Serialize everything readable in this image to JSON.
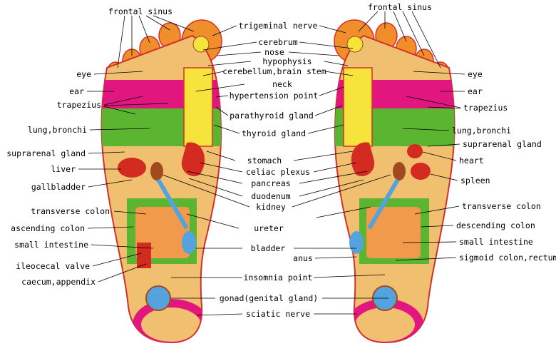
{
  "colors": {
    "skin": "#f0c070",
    "sole": "#f3dc8a",
    "outline": "#d4302b",
    "green": "#5cb531",
    "yellow": "#f6e33b",
    "magenta": "#e2167f",
    "orange": "#ef8e2b",
    "red": "#d32b1f",
    "blue": "#54a3de",
    "brown": "#a14a1d",
    "intestine": "#f19a4b"
  },
  "labels": {
    "left": {
      "frontal_sinus": "frontal sinus",
      "eye": "eye",
      "ear": "ear",
      "trapezius": "trapezius",
      "lung_bronchi": "lung,bronchi",
      "suprarenal_gland": "suprarenal gland",
      "liver": "liver",
      "gallbladder": "gallbladder",
      "transverse_colon": "transverse colon",
      "ascending_colon": "ascending colon",
      "small_intestine": "small intestine",
      "ileocecal_valve": "ileocecal valve",
      "caecum_appendix": "caecum,appendix"
    },
    "center": {
      "trigeminal_nerve": "trigeminal nerve",
      "cerebrum": "cerebrum",
      "nose": "nose",
      "hypophysis": "hypophysis",
      "cerebellum": "cerebellum,brain stem",
      "neck": "neck",
      "hypertension_point": "hypertension point",
      "parathyroid_gland": "parathyroid gland",
      "thyroid_gland": "thyroid gland",
      "stomach": "stomach",
      "celiac_plexus": "celiac plexus",
      "pancreas": "pancreas",
      "duodenum": "duodenum",
      "kidney": "kidney",
      "ureter": "ureter",
      "bladder": "bladder",
      "anus": "anus",
      "insomnia_point": "insomnia point",
      "gonad": "gonad(genital gland)",
      "sciatic_nerve": "sciatic nerve"
    },
    "right": {
      "frontal_sinus": "frontal sinus",
      "eye": "eye",
      "ear": "ear",
      "trapezius": "trapezius",
      "lung_bronchi": "lung,bronchi",
      "suprarenal_gland": "suprarenal gland",
      "heart": "heart",
      "spleen": "spleen",
      "transverse_colon": "transverse colon",
      "descending_colon": "descending colon",
      "small_intestine": "small intestine",
      "sigmoid_colon": "sigmoid colon,rectum"
    }
  }
}
